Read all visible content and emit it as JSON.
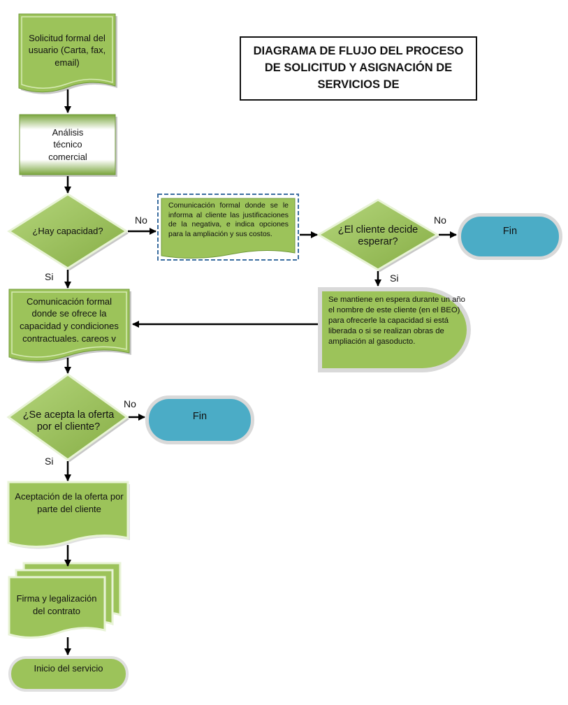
{
  "title": "DIAGRAMA DE FLUJO DEL PROCESO DE SOLICITUD Y ASIGNACIÓN DE SERVICIOS DE",
  "colors": {
    "green": "#9cc35a",
    "green_dark": "#6f9a38",
    "blue": "#4bacc6",
    "arrow": "#000000"
  },
  "nodes": {
    "solicitud": "Solicitud formal del usuario (Carta, fax, email)",
    "analisis": "Análisis técnico comercial",
    "hay_capacidad": "¿Hay capacidad?",
    "comunicacion_negativa": "Comunicación formal donde se le informa al cliente las justificaciones de la negativa, e indica opciones para la ampliación y sus costos.",
    "cliente_espera": "¿El cliente decide esperar?",
    "fin_1": "Fin",
    "espera": "Se mantiene en espera durante un año el nombre de este cliente (en el BEO) para ofrecerle la capacidad si está liberada o si se realizan obras de ampliación al gasoducto.",
    "comunicacion_oferta": "Comunicación formal donde se ofrece la capacidad y condiciones contractuales. careos v",
    "acepta_oferta": "¿Se acepta la oferta por el cliente?",
    "fin_2": "Fin",
    "aceptacion": "Aceptación de la oferta por parte del cliente",
    "firma": "Firma y legalización del contrato",
    "inicio": "Inicio del servicio"
  },
  "edge_labels": {
    "capacidad_no": "No",
    "capacidad_si": "Si",
    "espera_no": "No",
    "espera_si": "Si",
    "oferta_no": "No",
    "oferta_si": "Si"
  }
}
